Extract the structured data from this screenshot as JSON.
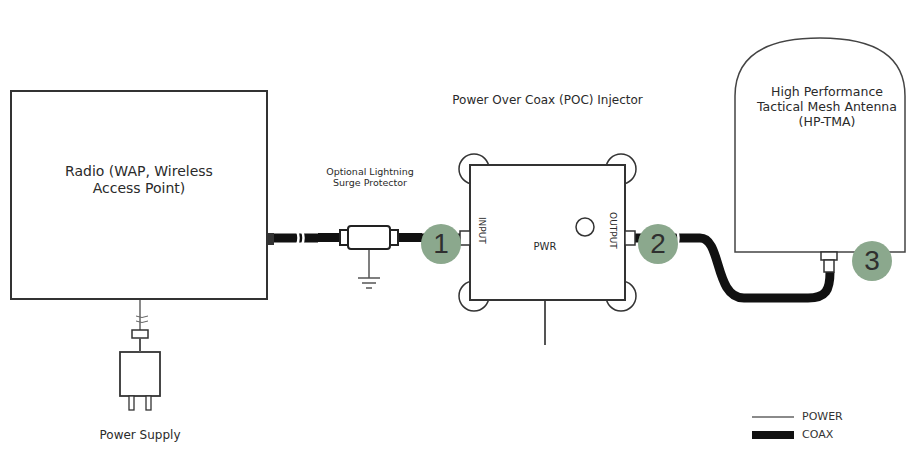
{
  "diagram": {
    "nodes": [
      {
        "text": [
          "Radio (WAP, Wireless Access Point)"
        ]
      },
      {
        "text": [
          "Optional Lightning Surge Protector"
        ]
      },
      {
        "text": [
          "Power Over Coax (POC) Injector",
          "INPUT",
          "OUTPUT",
          "PWR"
        ]
      },
      {
        "text": [
          "High Performance Tactical Mesh Antenna (HP-TMA)"
        ]
      },
      {
        "text": [
          "Power Supply"
        ]
      }
    ],
    "edges": [
      {
        "from": 0,
        "to": 1,
        "arrow": "none"
      },
      {
        "from": 1,
        "to": 2,
        "arrow": "none"
      },
      {
        "from": 2,
        "to": 3,
        "arrow": "none"
      },
      {
        "from": 0,
        "to": 4,
        "arrow": "none"
      }
    ],
    "labels": [
      "1",
      "2",
      "3"
    ],
    "legend": [
      {
        "text": "POWER"
      },
      {
        "text": "COAX"
      }
    ]
  }
}
